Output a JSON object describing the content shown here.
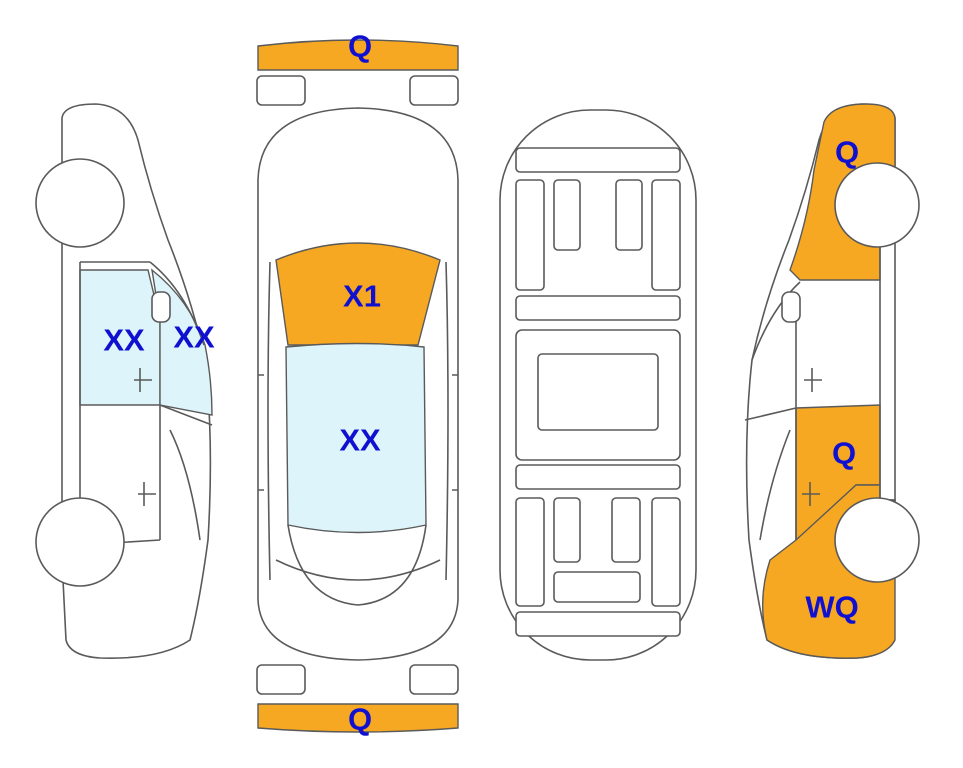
{
  "colors": {
    "damage_fill": "#F6A823",
    "glass_fill": "#DDF4FA",
    "outline": "#5a5a5a",
    "label_text": "#1010D0"
  },
  "views": {
    "top": {
      "front_bumper": "Q",
      "windshield": "X1",
      "roof": "XX",
      "rear_bumper": "Q"
    },
    "left_side": {
      "rear_window": "XX",
      "front_window": "XX"
    },
    "right_side": {
      "front_fender": "Q",
      "front_door": "Q",
      "rear_quarter": "WQ"
    }
  }
}
